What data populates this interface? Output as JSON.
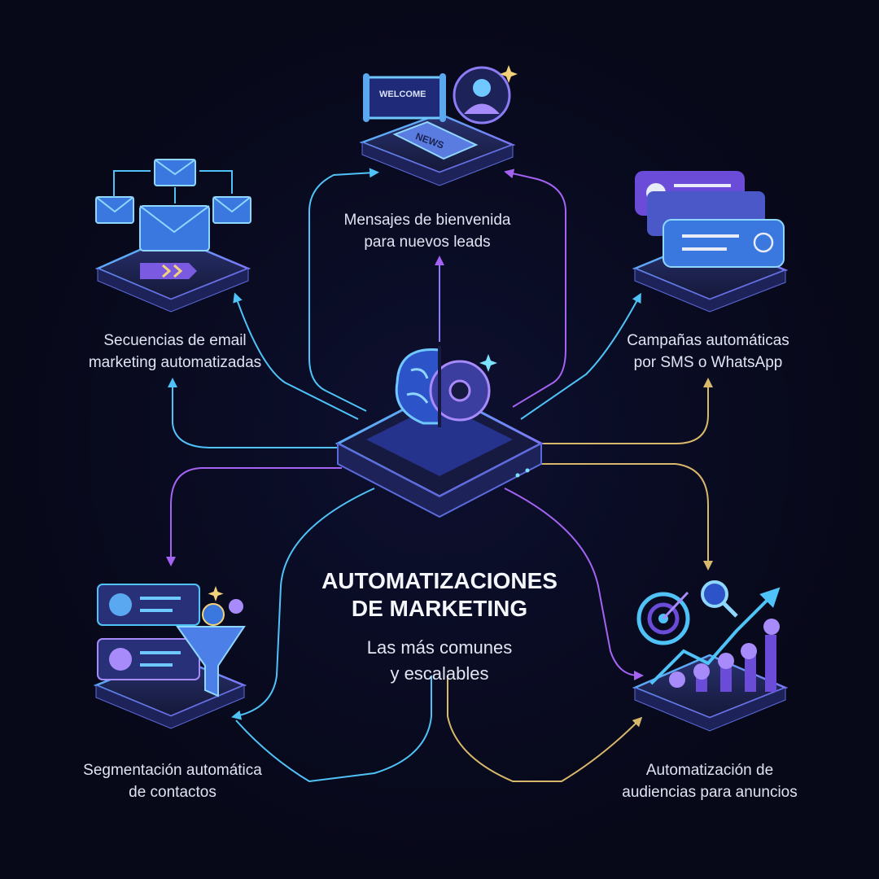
{
  "title": {
    "line1": "AUTOMATIZACIONES",
    "line2": "DE MARKETING"
  },
  "subtitle": {
    "line1": "Las más comunes",
    "line2": "y escalables"
  },
  "nodes": {
    "welcome": {
      "line1": "Mensajes de bienvenida",
      "line2": "para nuevos leads",
      "sign_text": "WELCOME",
      "paper_text": "NEWS"
    },
    "email": {
      "line1": "Secuencias de email",
      "line2": "marketing automatizadas"
    },
    "sms": {
      "line1": "Campañas automáticas",
      "line2": "por SMS o WhatsApp"
    },
    "segmentation": {
      "line1": "Segmentación automática",
      "line2": "de contactos"
    },
    "ads": {
      "line1": "Automatización de",
      "line2": "audiencias para anuncios"
    }
  },
  "colors": {
    "background": "#070818",
    "cyan": "#4fc3f7",
    "purple": "#a463f2",
    "gold": "#d8b86a",
    "platform": "#1b2050"
  }
}
